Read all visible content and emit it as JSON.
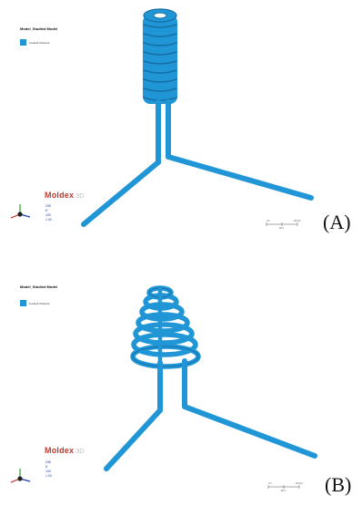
{
  "panels": [
    {
      "id": "A",
      "model_title": "Model_Studied Model",
      "legend_label": "Coolant Channel",
      "brand": "Moldex",
      "brand_mark": "3D",
      "view_values": [
        "235",
        "8",
        "100",
        "1.00"
      ],
      "scale_min": "0.0",
      "scale_mid": "50.0",
      "scale_max": "20.0",
      "scale_unit": "mm",
      "panel_label": "(A)"
    },
    {
      "id": "B",
      "model_title": "Model_Studied Model",
      "legend_label": "Coolant Channel",
      "brand": "Moldex",
      "brand_mark": "3D",
      "view_values": [
        "235",
        "8",
        "100",
        "1.00"
      ],
      "scale_min": "0.0",
      "scale_mid": "50.0",
      "scale_max": "20.0",
      "scale_unit": "mm",
      "panel_label": "(B)"
    }
  ],
  "colors": {
    "channel": "#2196d6",
    "channel_dark": "#1570a8",
    "brand": "#c0392b"
  }
}
